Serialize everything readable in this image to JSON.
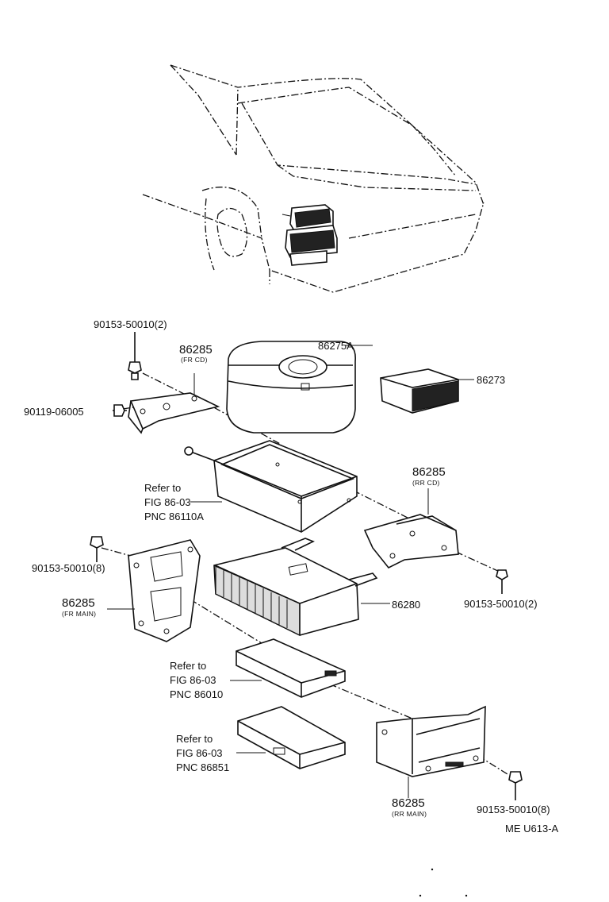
{
  "diagram": {
    "car_illustration": "vehicle-front-view",
    "labels": {
      "bolt_top_left": "90153-50010(2)",
      "bracket_fr_cd_part": "86285",
      "bracket_fr_cd_sub": "(FR CD)",
      "screw_left": "90119-06005",
      "cd_changer_cover": "86275A",
      "magazine": "86273",
      "ref1_line1": "Refer to",
      "ref1_line2": "FIG 86-03",
      "ref1_line3": "PNC 86110A",
      "bracket_rr_cd_part": "86285",
      "bracket_rr_cd_sub": "(RR CD)",
      "bolt_left_mid": "90153-50010(8)",
      "bracket_fr_main_part": "86285",
      "bracket_fr_main_sub": "(FR MAIN)",
      "amplifier": "86280",
      "bolt_right_mid": "90153-50010(2)",
      "ref2_line1": "Refer to",
      "ref2_line2": "FIG 86-03",
      "ref2_line3": "PNC 86010",
      "ref3_line1": "Refer to",
      "ref3_line2": "FIG 86-03",
      "ref3_line3": "PNC 86851",
      "bracket_rr_main_part": "86285",
      "bracket_rr_main_sub": "(RR MAIN)",
      "bolt_bottom_right": "90153-50010(8)",
      "figure_code": "ME U613-A"
    }
  }
}
